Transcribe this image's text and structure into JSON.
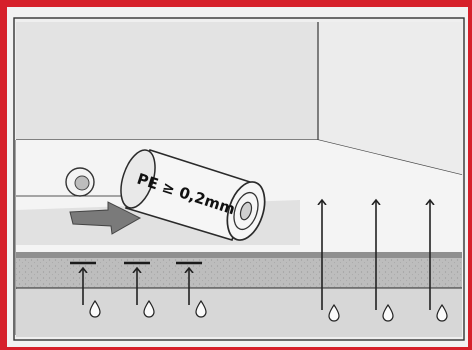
{
  "illustration": {
    "roll_label": "PE ≥ 0,2mm",
    "colors": {
      "frame": "#d6202a",
      "room_wall": "#e6e6e6",
      "floor_band": "#c8c8c8",
      "concrete": "#b3b3b3",
      "line": "#2a2a2a",
      "arrow_fill": "#777777"
    },
    "icons": [
      "film-roll-icon",
      "pipe-end-icon",
      "push-arrow-icon",
      "moisture-arrow-icon",
      "water-drop-icon",
      "barrier-bar-icon"
    ],
    "moisture_arrows": {
      "blocked_count": 3,
      "passing_count": 3
    }
  }
}
